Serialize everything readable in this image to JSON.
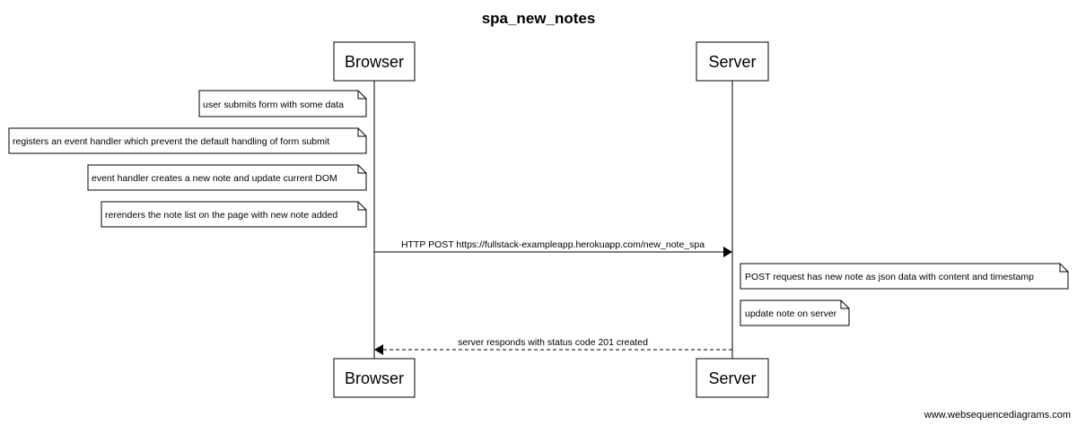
{
  "diagram": {
    "title": "spa_new_notes",
    "participants": {
      "browser": "Browser",
      "server": "Server"
    },
    "notes": [
      {
        "text": "user submits form with some data"
      },
      {
        "text": "registers an event handler which prevent the default handling of form submit"
      },
      {
        "text": "event handler creates a new note and update current DOM"
      },
      {
        "text": "rerenders the note list on the page with new note added"
      },
      {
        "text": "POST request has new note as json data with content and timestamp"
      },
      {
        "text": "update note on server"
      }
    ],
    "messages": [
      {
        "text": "HTTP POST https://fullstack-exampleapp.herokuapp.com/new_note_spa"
      },
      {
        "text": "server responds with status code 201 created"
      }
    ]
  },
  "footer": {
    "watermark": "www.websequencediagrams.com"
  }
}
